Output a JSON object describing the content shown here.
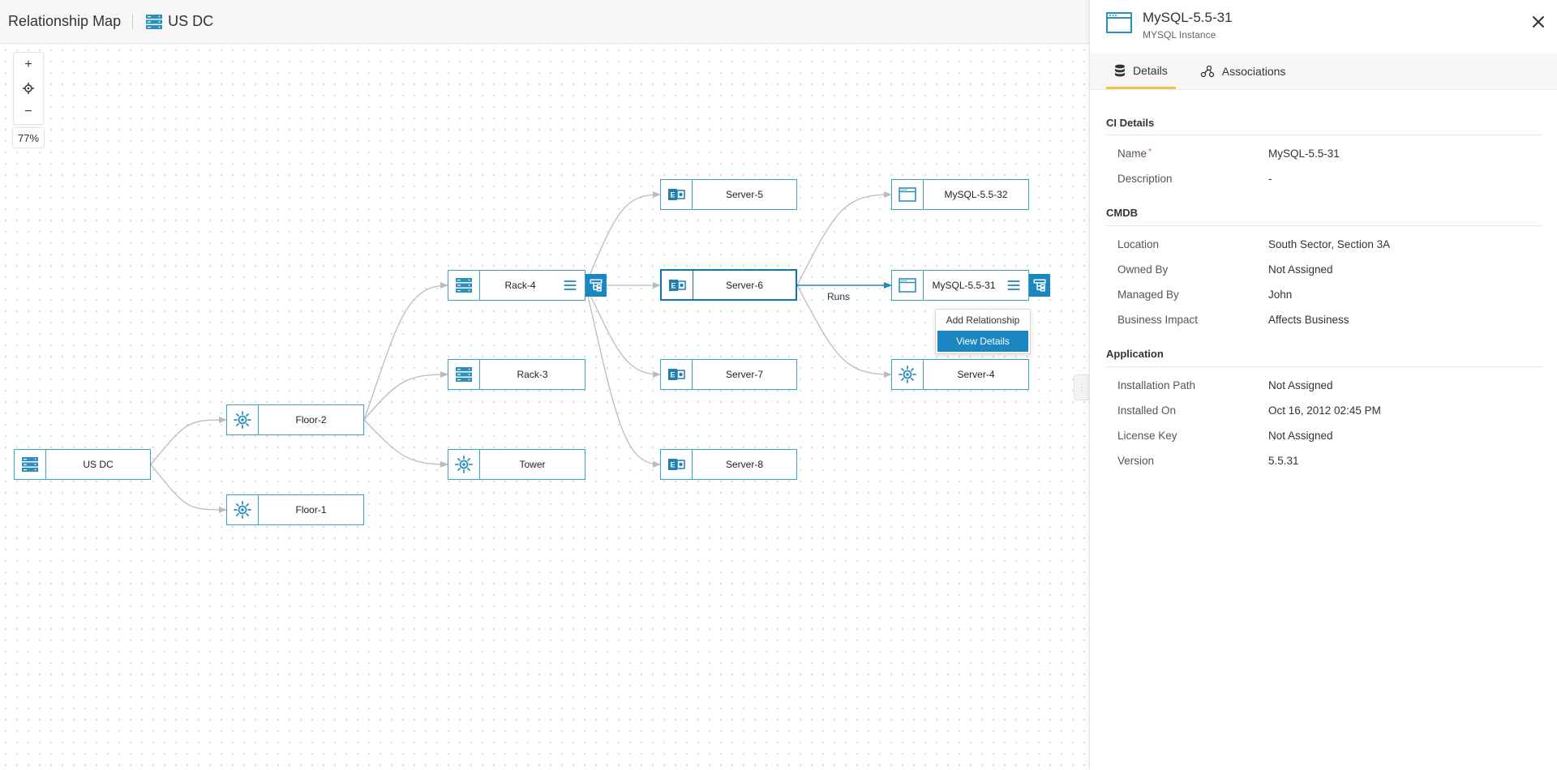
{
  "header": {
    "title": "Relationship Map",
    "breadcrumb": "US DC"
  },
  "canvas": {
    "zoom_in": "+",
    "zoom_out": "−",
    "zoom_level": "77%"
  },
  "nodes": {
    "usdc": "US DC",
    "floor2": "Floor-2",
    "floor1": "Floor-1",
    "rack4": "Rack-4",
    "rack3": "Rack-3",
    "tower": "Tower",
    "server5": "Server-5",
    "server6": "Server-6",
    "server7": "Server-7",
    "server8": "Server-8",
    "mysql32": "MySQL-5.5-32",
    "mysql31": "MySQL-5.5-31",
    "server4": "Server-4"
  },
  "edge_label_runs": "Runs",
  "context_menu": {
    "add_relationship": "Add Relationship",
    "view_details": "View Details"
  },
  "panel": {
    "title": "MySQL-5.5-31",
    "subtitle": "MYSQL Instance",
    "tabs": [
      {
        "label": "Details",
        "icon": "database-icon"
      },
      {
        "label": "Associations",
        "icon": "associations-icon"
      }
    ],
    "sections": {
      "ci_details": {
        "heading": "CI Details",
        "name_label": "Name",
        "name_value": "MySQL-5.5-31",
        "description_label": "Description",
        "description_value": "-"
      },
      "cmdb": {
        "heading": "CMDB",
        "location_label": "Location",
        "location_value": "South Sector, Section 3A",
        "owned_by_label": "Owned By",
        "owned_by_value": "Not Assigned",
        "managed_by_label": "Managed By",
        "managed_by_value": "John",
        "impact_label": "Business Impact",
        "impact_value": "Affects Business"
      },
      "application": {
        "heading": "Application",
        "path_label": "Installation Path",
        "path_value": "Not Assigned",
        "installed_on_label": "Installed On",
        "installed_on_value": "Oct 16, 2012 02:45 PM",
        "license_label": "License Key",
        "license_value": "Not Assigned",
        "version_label": "Version",
        "version_value": "5.5.31"
      }
    }
  },
  "colors": {
    "node_border": "#3ba3c8",
    "accent_blue": "#1a86c2",
    "tab_active": "#f5c343",
    "edge": "#b9bcc0"
  }
}
